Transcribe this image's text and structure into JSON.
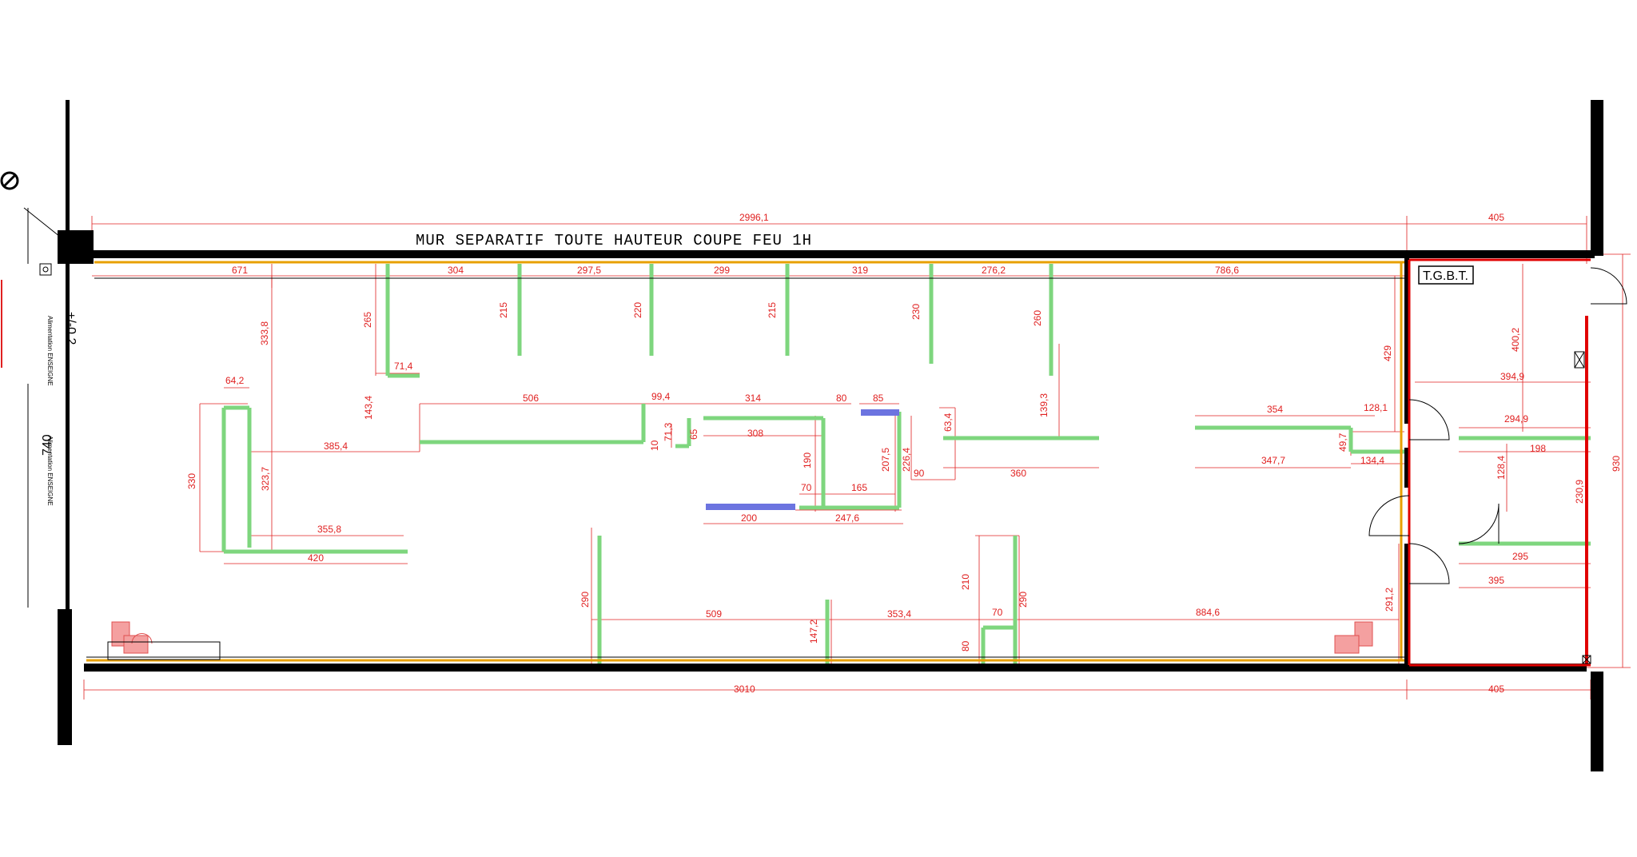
{
  "title": "MUR SEPARATIF TOUTE HAUTEUR COUPE FEU 1H",
  "room_label": "T.G.B.T.",
  "left_side": {
    "dim_740": "740",
    "dim_plus": "+/-0,2",
    "note_1": "Alimentation ENSEIGNE",
    "note_2": "Alimentation ENSEIGNE"
  },
  "colors": {
    "wall": "#000000",
    "dimension": "#e02020",
    "partition": "#8ee08e",
    "floor_line": "#e8a000",
    "electrical": "#e00000",
    "blue_element": "#6c74e0",
    "sanitary": "#f4a0a0"
  },
  "icons": [
    "no-entry-icon",
    "door-swing-icon",
    "toilet-icon",
    "meter-box-icon"
  ],
  "dims": {
    "d2996": "2996,1",
    "d405t": "405",
    "d405b": "405",
    "d3010": "3010",
    "d930": "930",
    "d671": "671",
    "d304": "304",
    "d2975": "297,5",
    "d299": "299",
    "d319": "319",
    "d2762": "276,2",
    "d7866": "786,6",
    "d265": "265",
    "d215a": "215",
    "d220": "220",
    "d215b": "215",
    "d230": "230",
    "d260": "260",
    "d3338": "333,8",
    "d714": "71,4",
    "d1434": "143,4",
    "d506": "506",
    "d994": "99,4",
    "d314": "314",
    "d80a": "80",
    "d85": "85",
    "d642": "64,2",
    "d330": "330",
    "d3237": "323,7",
    "d3854": "385,4",
    "d3558": "355,8",
    "d420": "420",
    "d713": "71,3",
    "d10": "10",
    "d65": "65",
    "d308": "308",
    "d190": "190",
    "d70a": "70",
    "d165": "165",
    "d2075": "207,5",
    "d2264": "226,4",
    "d634": "63,4",
    "d90": "90",
    "d360": "360",
    "d1393": "139,3",
    "d200": "200",
    "d2476": "247,6",
    "d354": "354",
    "d1281": "128,1",
    "d497": "49,7",
    "d3477": "347,7",
    "d1344": "134,4",
    "d429": "429",
    "d4002": "400,2",
    "d3949": "394,9",
    "d2949": "294,9",
    "d198": "198",
    "d1284": "128,4",
    "d2309": "230,9",
    "d295": "295",
    "d395": "395",
    "d290a": "290",
    "d509": "509",
    "d1472": "147,2",
    "d3534": "353,4",
    "d210": "210",
    "d290b": "290",
    "d70b": "70",
    "d80b": "80",
    "d8846": "884,6",
    "d2912": "291,2"
  }
}
